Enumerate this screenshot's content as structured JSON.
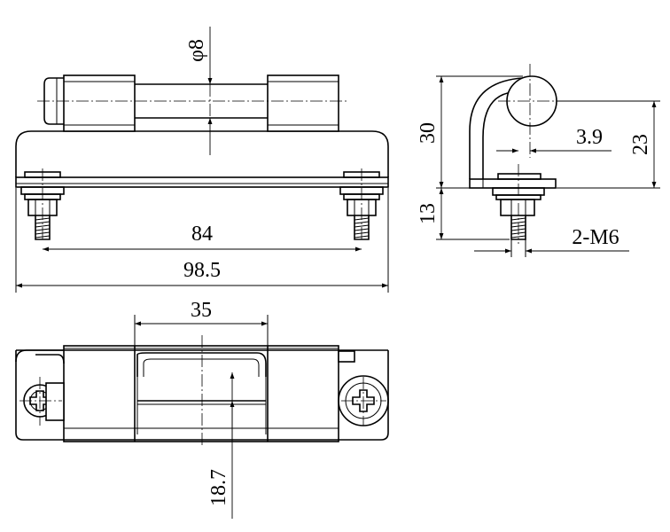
{
  "drawing": {
    "front_view": {
      "diameter_label": "φ8",
      "span_label": "84"
    },
    "side_view": {
      "height_label": "30",
      "offset_label": "3.9",
      "center_height_label": "23",
      "stud_length_label": "13",
      "thread_label": "2-M6"
    },
    "top_view": {
      "overall_length_label": "98.5",
      "grip_width_label": "35",
      "depth_label": "18.7"
    }
  }
}
